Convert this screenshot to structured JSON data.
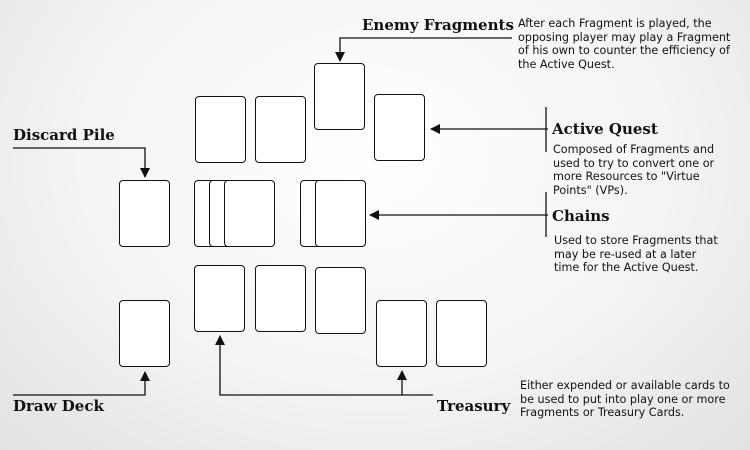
{
  "labels": {
    "enemy_fragments": {
      "title": "Enemy Fragments",
      "description": "After each Fragment is played, the opposing player may play a Fragment of his own to counter the efficiency of the Active Quest."
    },
    "active_quest": {
      "title": "Active Quest",
      "description": "Composed of Fragments and used to try to convert one or more Resources to \"Virtue Points\" (VPs)."
    },
    "chains": {
      "title": "Chains",
      "description": "Used to store Fragments that may be re-used at a later time for the Active Quest."
    },
    "discard_pile": {
      "title": "Discard Pile"
    },
    "draw_deck": {
      "title": "Draw Deck"
    },
    "treasury": {
      "title": "Treasury",
      "description": "Either expended or available cards to be used to put into play one or more Fragments or Treasury Cards."
    }
  },
  "colors": {
    "card_border": "#111111",
    "card_fill": "#ffffff",
    "line": "#111111"
  }
}
